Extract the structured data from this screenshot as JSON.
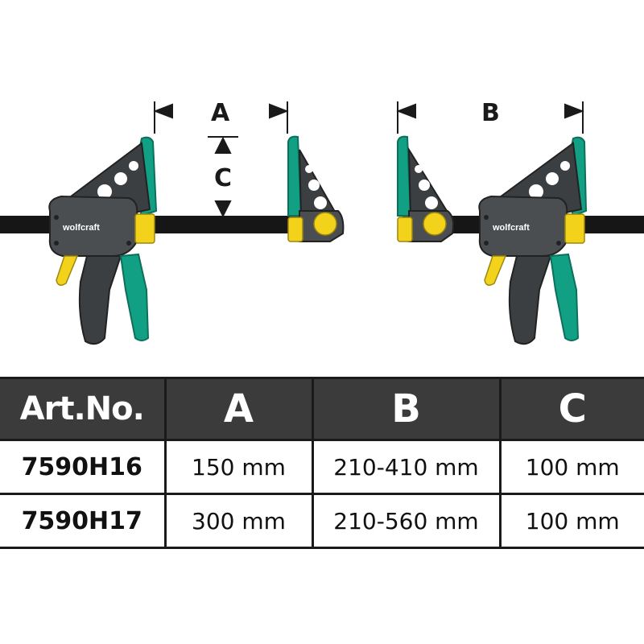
{
  "diagram": {
    "label_a": "A",
    "label_b": "B",
    "label_c": "C",
    "brand": "wolfcraft",
    "colors": {
      "bar": "#161616",
      "body": "#4b4e50",
      "green": "#12a085",
      "yellow": "#f2d21b",
      "grip_dark": "#3c3f41"
    }
  },
  "table": {
    "headers": [
      "Art.No.",
      "A",
      "B",
      "C"
    ],
    "rows": [
      {
        "art": "7590H16",
        "a": "150 mm",
        "b": "210-410 mm",
        "c": "100 mm"
      },
      {
        "art": "7590H17",
        "a": "300 mm",
        "b": "210-560 mm",
        "c": "100 mm"
      }
    ],
    "header_bg": "#3b3b3b"
  }
}
